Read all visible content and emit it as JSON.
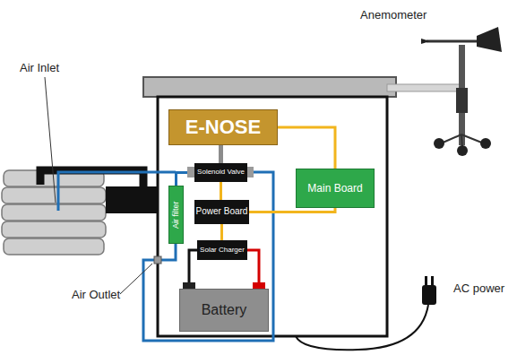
{
  "diagram": {
    "nodes": [
      {
        "text": [
          "E-NOSE"
        ]
      },
      {
        "text": [
          "Solenoid Valve"
        ]
      },
      {
        "text": [
          "Air filter"
        ]
      },
      {
        "text": [
          "Power Board"
        ]
      },
      {
        "text": [
          "Solar Charger"
        ]
      },
      {
        "text": [
          "Battery"
        ]
      },
      {
        "text": [
          "Main Board"
        ]
      }
    ],
    "edges": [
      {
        "from": 0,
        "to": 6,
        "arrow": "none"
      },
      {
        "from": 6,
        "to": 3,
        "arrow": "none"
      },
      {
        "from": 1,
        "to": 3,
        "arrow": "none"
      },
      {
        "from": 3,
        "to": 4,
        "arrow": "none"
      },
      {
        "from": 4,
        "to": 5,
        "arrow": "none"
      },
      {
        "from": 4,
        "to": 5,
        "arrow": "none"
      },
      {
        "from": 1,
        "to": 0,
        "arrow": "none"
      },
      {
        "from": 2,
        "to": 1,
        "arrow": "none"
      }
    ],
    "labels": [
      "Anemometer",
      "Air Inlet",
      "Air Outlet",
      "AC power"
    ]
  }
}
